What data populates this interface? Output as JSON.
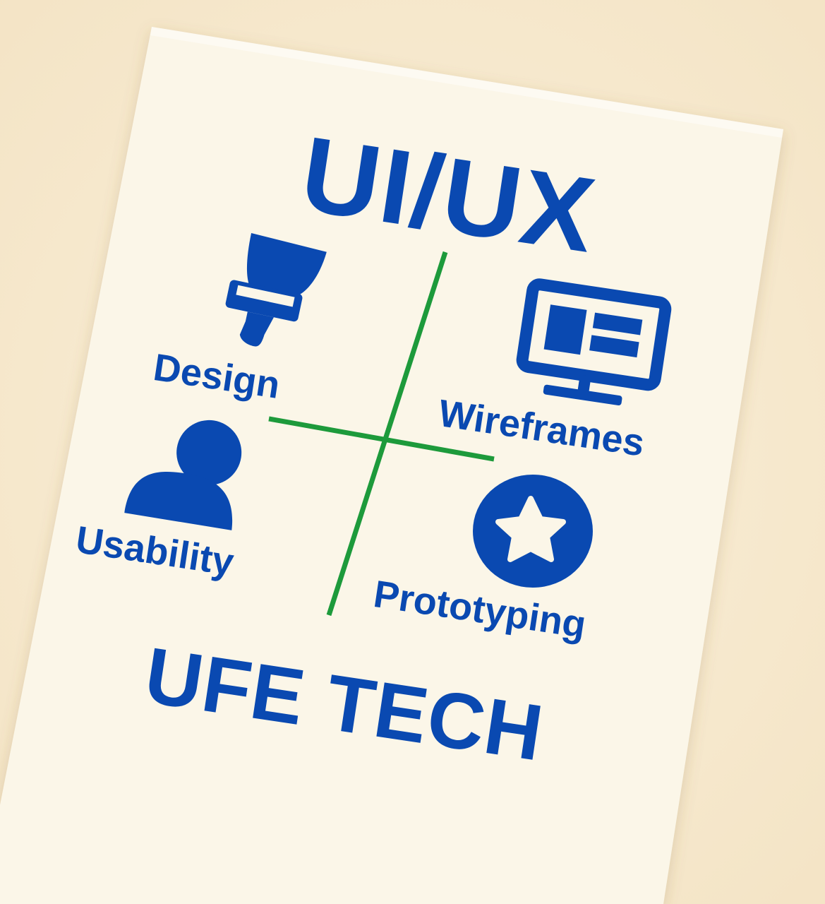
{
  "poster": {
    "title": "UI/UX",
    "footer": "UFE TECH",
    "quadrants": [
      {
        "label": "Design",
        "icon": "paintbrush-icon"
      },
      {
        "label": "Wireframes",
        "icon": "monitor-icon"
      },
      {
        "label": "Usability",
        "icon": "user-icon"
      },
      {
        "label": "Prototyping",
        "icon": "star-circle-icon"
      }
    ]
  },
  "colors": {
    "ink": "#0a49b1",
    "divider": "#1d9a3b",
    "paper": "#fbf6e8",
    "background": "#f8ecd3"
  }
}
